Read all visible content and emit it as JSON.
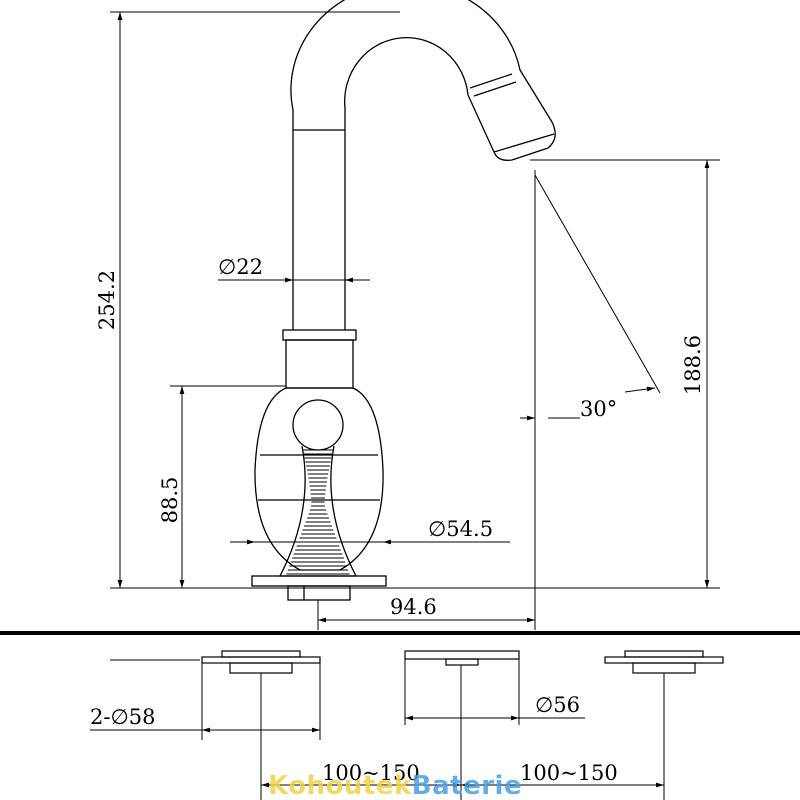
{
  "dimensions": {
    "total_height": "254.2",
    "spout_height": "188.6",
    "body_height": "88.5",
    "pipe_diameter": "∅22",
    "body_diameter": "∅54.5",
    "reach": "94.6",
    "angle": "30°",
    "handle_base_diameter": "2-∅58",
    "spout_base_diameter": "∅56",
    "spread_left": "100~150",
    "spread_right": "100~150"
  },
  "watermark": {
    "part1": "Kohoutek",
    "part2": "Baterie",
    "color1": "#f2d24a",
    "color2": "#4a9fe0"
  },
  "colors": {
    "line": "#000000",
    "background": "#ffffff"
  }
}
